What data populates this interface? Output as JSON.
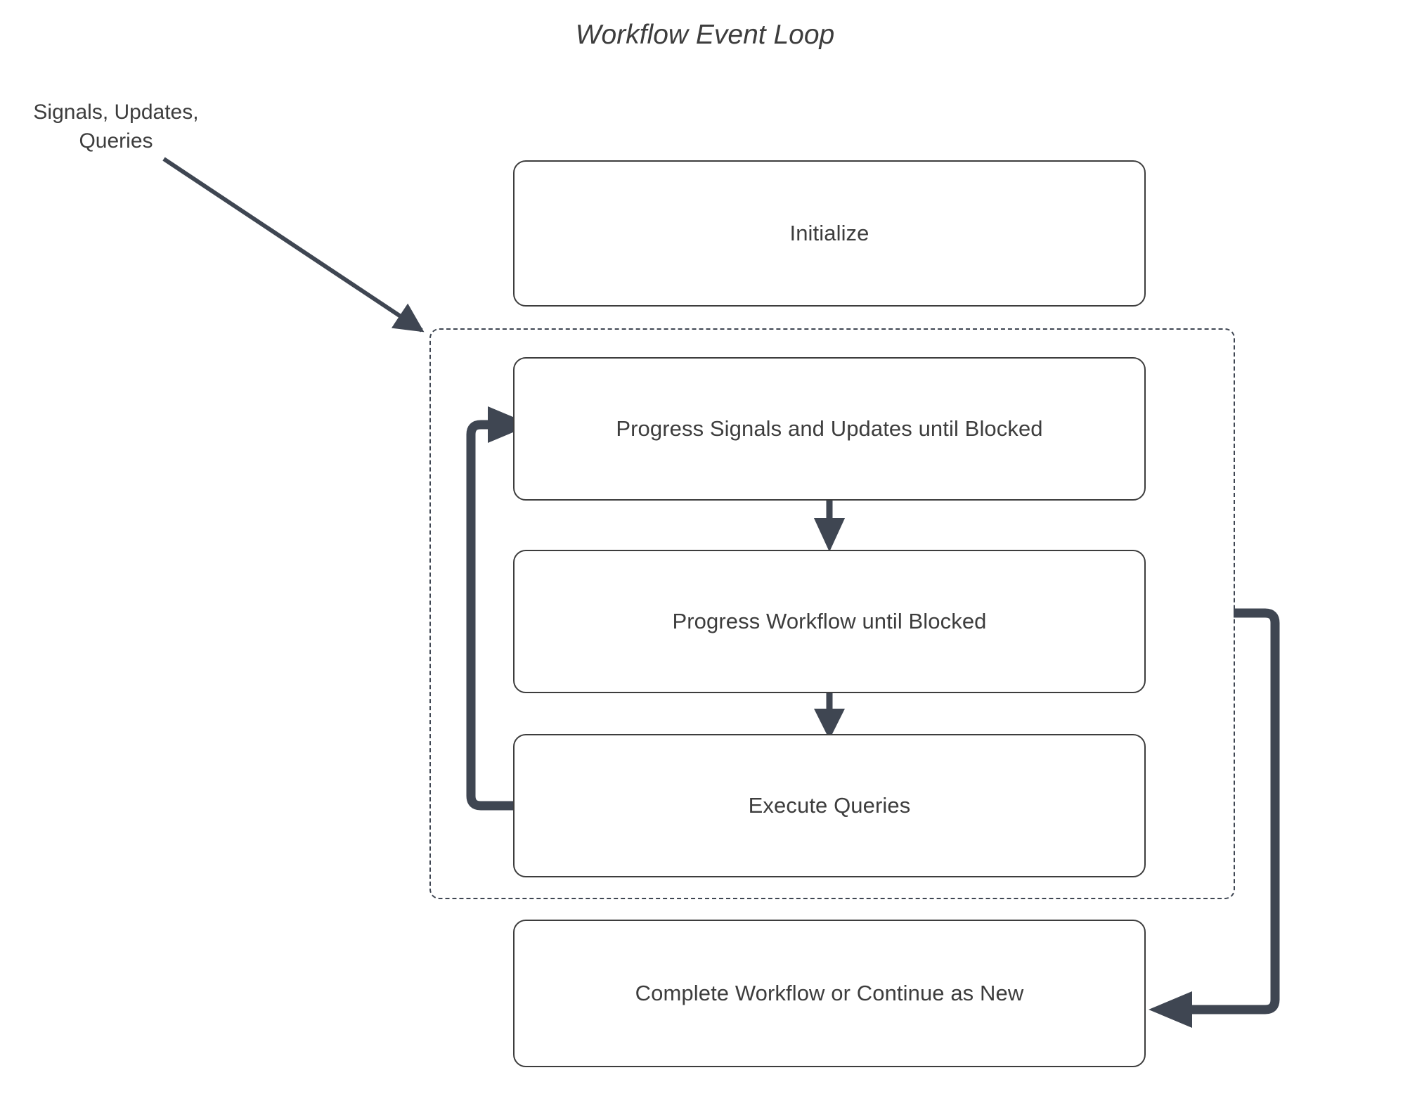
{
  "diagram": {
    "title": "Workflow Event Loop",
    "background_color": "#ffffff",
    "node_border_color": "#3d3d3d",
    "node_fill_color": "#ffffff",
    "text_color": "#3d3d3d",
    "connector_color": "#3f4652",
    "group_border_style": "dashed",
    "type": "flowchart"
  },
  "nodes": {
    "initialize": {
      "label": "Initialize"
    },
    "progress_signals": {
      "label": "Progress Signals and Updates until Blocked"
    },
    "progress_workflow": {
      "label": "Progress Workflow until Blocked"
    },
    "execute_queries": {
      "label": "Execute Queries"
    },
    "complete_workflow": {
      "label": "Complete Workflow or Continue as New"
    }
  },
  "labels": {
    "external_input_line1": "Signals, Updates,",
    "external_input_line2": "Queries"
  },
  "edges": [
    {
      "name": "external-input-to-loop",
      "from": "Signals, Updates, Queries",
      "to": "event loop group",
      "style": "solid-arrow"
    },
    {
      "name": "progress-signals-to-progress-workflow",
      "from": "Progress Signals and Updates until Blocked",
      "to": "Progress Workflow until Blocked",
      "style": "solid-arrow"
    },
    {
      "name": "progress-workflow-to-execute-queries",
      "from": "Progress Workflow until Blocked",
      "to": "Execute Queries",
      "style": "solid-arrow"
    },
    {
      "name": "execute-queries-loop-back",
      "from": "Execute Queries",
      "to": "Progress Signals and Updates until Blocked",
      "style": "thick-loop-arrow"
    },
    {
      "name": "loop-to-complete-workflow",
      "from": "event loop group",
      "to": "Complete Workflow or Continue as New",
      "style": "thick-loop-arrow"
    }
  ]
}
